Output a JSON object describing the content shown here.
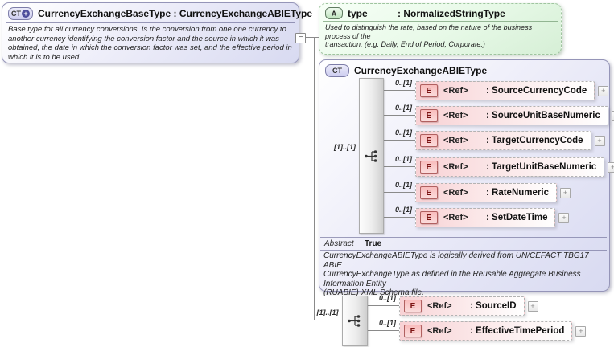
{
  "icons": {
    "ct": "CT",
    "ct_plus_badge": "+",
    "a": "A",
    "e": "E",
    "plus": "+",
    "minus": "−"
  },
  "colors": {
    "complex_type_fill": "#d8daf1",
    "complex_type_border": "#9595b8",
    "attribute_fill": "#d6efd6",
    "attribute_border": "#9fc49f",
    "element_fill": "#f8d2d5",
    "element_badge": "#f9bdbd",
    "connector": "#8a8a8a"
  },
  "base_type": {
    "title": "CurrencyExchangeBaseType : CurrencyExchangeABIEType",
    "description": "Base type for all currency conversions. Is the conversion from one one currency to another currency identifying the conversion factor and the source in which it was obtained, the date in which the conversion factor was set, and the effective period in which it is to be used."
  },
  "attribute": {
    "name": "type",
    "type": ": NormalizedStringType",
    "description": "Used to distinguish the rate, based on the nature of the business process of the\ntransaction. (e.g. Daily, End of Period, Corporate.)"
  },
  "abie": {
    "title": "CurrencyExchangeABIEType",
    "group_cardinality": "[1]..[1]",
    "abstract_label": "Abstract",
    "abstract_value": "True",
    "description": "CurrencyExchangeABIEType is logically derived from UN/CEFACT TBG17 ABIE\nCurrencyExchangeType as defined in the Reusable Aggregate Business\nInformation Entity\n(RUABIE) XML Schema file.",
    "elements": [
      {
        "cardinality": "0..[1]",
        "ref": "<Ref>",
        "name": ": SourceCurrencyCode"
      },
      {
        "cardinality": "0..[1]",
        "ref": "<Ref>",
        "name": ": SourceUnitBaseNumeric"
      },
      {
        "cardinality": "0..[1]",
        "ref": "<Ref>",
        "name": ": TargetCurrencyCode"
      },
      {
        "cardinality": "0..[1]",
        "ref": "<Ref>",
        "name": ": TargetUnitBaseNumeric"
      },
      {
        "cardinality": "0..[1]",
        "ref": "<Ref>",
        "name": ": RateNumeric"
      },
      {
        "cardinality": "0..[1]",
        "ref": "<Ref>",
        "name": ": SetDateTime"
      }
    ]
  },
  "ext": {
    "group_cardinality": "[1]..[1]",
    "elements": [
      {
        "cardinality": "0..[1]",
        "ref": "<Ref>",
        "name": ": SourceID"
      },
      {
        "cardinality": "0..[1]",
        "ref": "<Ref>",
        "name": ": EffectiveTimePeriod"
      }
    ]
  }
}
